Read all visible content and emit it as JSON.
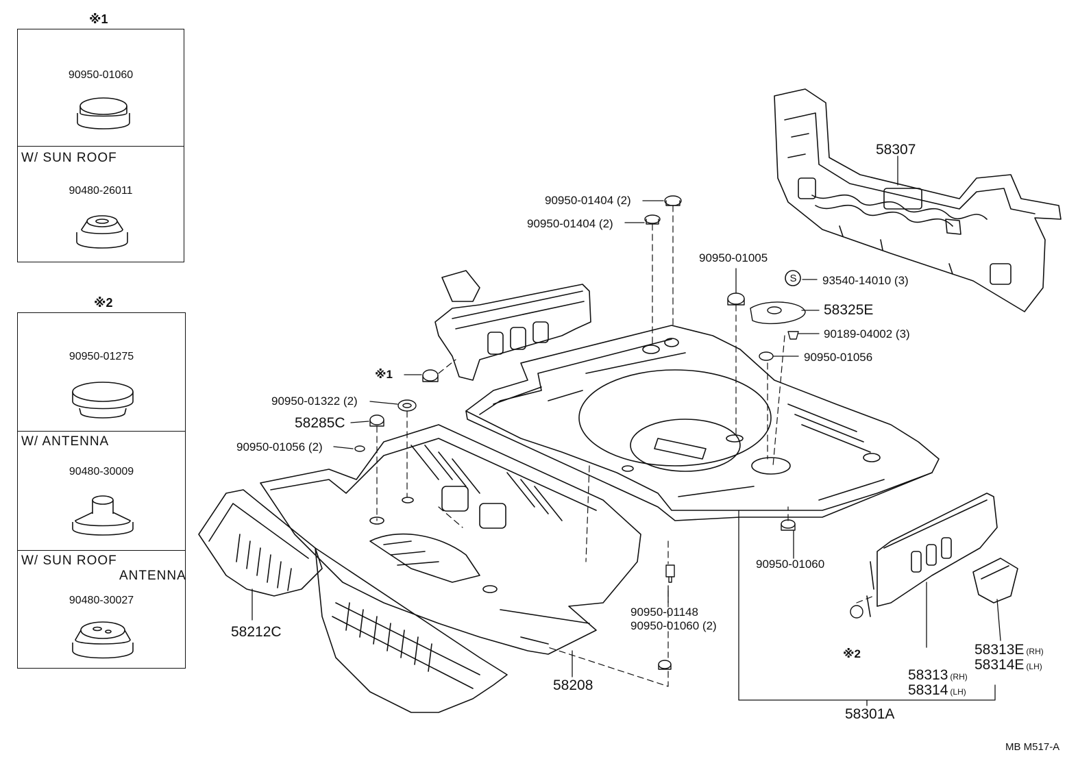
{
  "code": "MB  M517-A",
  "inset1": {
    "mark": "※1",
    "rows": [
      {
        "cond": "",
        "part": "90950-01060"
      },
      {
        "cond": "W/ SUN  ROOF",
        "part": "90480-26011"
      }
    ]
  },
  "inset2": {
    "mark": "※2",
    "rows": [
      {
        "cond": "",
        "part": "90950-01275"
      },
      {
        "cond": "W/ ANTENNA",
        "part": "90480-30009"
      },
      {
        "cond": "W/ SUN  ROOF",
        "cond2": "ANTENNA",
        "part": "90480-30027"
      }
    ]
  },
  "callouts": {
    "p1": "90950-01404 (2)",
    "p2": "90950-01404 (2)",
    "p3": "90950-01005",
    "p4": "93540-14010 (3)",
    "p4_symbol": "S",
    "p5": "58325E",
    "p6": "90189-04002 (3)",
    "p7": "90950-01056",
    "p8": "58307",
    "p9": "※1",
    "p10": "90950-01322 (2)",
    "p11": "58285C",
    "p12": "90950-01056 (2)",
    "p13": "90950-01060",
    "p14": "90950-01148",
    "p15": "90950-01060 (2)",
    "p16": "58212C",
    "p17": "58208",
    "p18": "※2",
    "p19a": "58313",
    "p19a_side": "(RH)",
    "p19b": "58314",
    "p19b_side": "(LH)",
    "p20a": "58313E",
    "p20a_side": "(RH)",
    "p20b": "58314E",
    "p20b_side": "(LH)",
    "p21": "58301A"
  }
}
